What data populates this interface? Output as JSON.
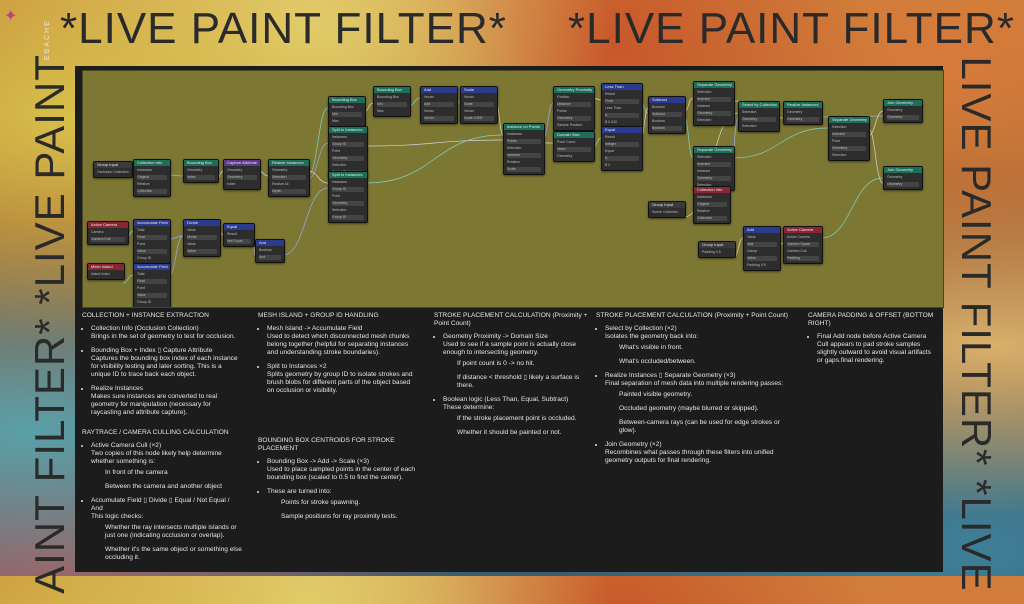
{
  "banners": {
    "top_left": "*LIVE PAINT FILTER*",
    "top_right": "*LIVE PAINT FILTER* *",
    "left_vertical": "AINT FILTER* *LIVE PAINT",
    "right_vertical": "LIVE PAINT FILTER* *LIVE"
  },
  "logo_text": "EBACHE",
  "nodes": [
    {
      "title": "Group Input",
      "cls": "c-grp",
      "rows": [
        "Occlusion Collection"
      ]
    },
    {
      "title": "Collection Info",
      "cls": "c-geo",
      "rows": [
        "Instances",
        "Original",
        "Relative",
        "Collection"
      ]
    },
    {
      "title": "Bounding Box",
      "cls": "c-geo",
      "rows": [
        "Geometry",
        "Index"
      ]
    },
    {
      "title": "Capture Attribute",
      "cls": "c-attr",
      "rows": [
        "Geometry",
        "Geometry",
        "Index"
      ]
    },
    {
      "title": "Realize Instances",
      "cls": "c-geo",
      "rows": [
        "Geometry",
        "Selection",
        "Realize All",
        "Depth"
      ]
    },
    {
      "title": "Bounding Box",
      "cls": "c-geo",
      "rows": [
        "Bounding Box",
        "Min",
        "Max"
      ]
    },
    {
      "title": "Split to Instances",
      "cls": "c-geo",
      "rows": [
        "Instances",
        "Group ID",
        "Point",
        "Geometry",
        "Selection",
        "Group ID"
      ]
    },
    {
      "title": "Split to Instances",
      "cls": "c-geo",
      "rows": [
        "Instances",
        "Group ID",
        "Point",
        "Geometry",
        "Selection",
        "Group ID"
      ]
    },
    {
      "title": "Bounding Box",
      "cls": "c-geo",
      "rows": [
        "Bounding Box",
        "Min",
        "Max"
      ]
    },
    {
      "title": "Add",
      "cls": "c-math",
      "rows": [
        "Vector",
        "Add",
        "Vector",
        "Vector"
      ]
    },
    {
      "title": "Scale",
      "cls": "c-math",
      "rows": [
        "Vector",
        "Scale",
        "Vector",
        "Scale 0.500"
      ]
    },
    {
      "title": "Instance on Points",
      "cls": "c-geo",
      "rows": [
        "Instances",
        "Points",
        "Selection",
        "Instance",
        "Rotation",
        "Scale"
      ]
    },
    {
      "title": "Geometry Proximity",
      "cls": "c-geo",
      "rows": [
        "Position",
        "Distance",
        "Points",
        "Geometry",
        "Sample Position"
      ]
    },
    {
      "title": "Domain Size",
      "cls": "c-geo",
      "rows": [
        "Point Count",
        "Mesh",
        "Geometry"
      ]
    },
    {
      "title": "Less Than",
      "cls": "c-math",
      "rows": [
        "Result",
        "Float",
        "Less Than",
        "A",
        "B 0.010"
      ]
    },
    {
      "title": "Equal",
      "cls": "c-math",
      "rows": [
        "Result",
        "Integer",
        "Equal",
        "A",
        "B 0"
      ]
    },
    {
      "title": "Subtract",
      "cls": "c-math",
      "rows": [
        "Boolean",
        "Subtract",
        "Boolean",
        "Boolean"
      ]
    },
    {
      "title": "Separate Geometry",
      "cls": "c-geo",
      "rows": [
        "Selection",
        "Inverted",
        "Instance",
        "Geometry",
        "Selection"
      ]
    },
    {
      "title": "Separate Geometry",
      "cls": "c-geo",
      "rows": [
        "Selection",
        "Inverted",
        "Instance",
        "Geometry",
        "Selection"
      ]
    },
    {
      "title": "Collection Info",
      "cls": "c-in",
      "rows": [
        "Instances",
        "Original",
        "Relative",
        "Collection"
      ]
    },
    {
      "title": "Group Input",
      "cls": "c-grp",
      "rows": [
        "Scene Collection"
      ]
    },
    {
      "title": "Select by Collection",
      "cls": "c-geo",
      "rows": [
        "Selection",
        "Geometry",
        "Selection"
      ]
    },
    {
      "title": "Realize Instances",
      "cls": "c-geo",
      "rows": [
        "Geometry",
        "Geometry"
      ]
    },
    {
      "title": "Separate Geometry",
      "cls": "c-geo",
      "rows": [
        "Selection",
        "Inverted",
        "Point",
        "Geometry",
        "Selection"
      ]
    },
    {
      "title": "Join Geometry",
      "cls": "c-geo",
      "rows": [
        "Geometry",
        "Geometry"
      ]
    },
    {
      "title": "Join Geometry",
      "cls": "c-geo",
      "rows": [
        "Geometry",
        "Geometry"
      ]
    },
    {
      "title": "Active Camera",
      "cls": "c-in",
      "rows": [
        "Camera",
        "Camera Cull"
      ]
    },
    {
      "title": "Accumulate Field",
      "cls": "c-math",
      "rows": [
        "Total",
        "Float",
        "Point",
        "Value",
        "Group ID"
      ]
    },
    {
      "title": "Divide",
      "cls": "c-math",
      "rows": [
        "Value",
        "Divide",
        "Value",
        "Value"
      ]
    },
    {
      "title": "Equal",
      "cls": "c-math",
      "rows": [
        "Result",
        "Not Equal"
      ]
    },
    {
      "title": "And",
      "cls": "c-math",
      "rows": [
        "Boolean",
        "And"
      ]
    },
    {
      "title": "Mesh Island",
      "cls": "c-in",
      "rows": [
        "Island Index"
      ]
    },
    {
      "title": "Accumulate Field",
      "cls": "c-math",
      "rows": [
        "Total",
        "Float",
        "Point",
        "Value",
        "Group ID"
      ]
    },
    {
      "title": "Add",
      "cls": "c-math",
      "rows": [
        "Value",
        "Add",
        "Clamp",
        "Value",
        "Padding 0.5"
      ]
    },
    {
      "title": "Group Input",
      "cls": "c-grp",
      "rows": [
        "Padding 0.5"
      ]
    },
    {
      "title": "Active Camera",
      "cls": "c-in",
      "rows": [
        "Active Camera",
        "Camera Space",
        "Camera Cull",
        "Padding"
      ]
    }
  ],
  "sections": {
    "collection": {
      "heading": "COLLECTION + INSTANCE EXTRACTION",
      "items": [
        {
          "title": "Collection Info (Occlusion Collection)",
          "body": "Brings in the set of geometry to test for occlusion."
        },
        {
          "title": "Bounding Box + Index ▯ Capture Attribute",
          "body": "Captures the bounding box index of each instance for visibility testing and later sorting. This is a unique ID to trace back each object."
        },
        {
          "title": "Realize Instances",
          "body": "Makes sure instances are converted to real geometry for manipulation (necessary for raycasting and attribute capture)."
        }
      ]
    },
    "raytrace": {
      "heading": "RAYTRACE / CAMERA CULLING CALCULATION",
      "item1_title": "Active Camera Cull (×2)",
      "item1_body": "Two copies of this node likely help determine whether something is:",
      "item1_sub1": "In front of the camera",
      "item1_sub2": "Between the camera and another object",
      "item2_title": "Accumulate Field ▯ Divide ▯ Equal / Not Equal / And",
      "item2_body": "This logic checks:",
      "item2_sub1": "Whether the ray intersects multiple islands or just one (indicating occlusion or overlap).",
      "item2_sub2": "Whether it's the same object or something else occluding it."
    },
    "mesh": {
      "heading": "MESH ISLAND + GROUP ID HANDLING",
      "item1_title": "Mesh Island -> Accumulate Field",
      "item1_body": "Used to detect which disconnected mesh chunks belong together (helpful for separating instances and understanding stroke boundaries).",
      "item2_title": "Split to Instances ×2",
      "item2_body": "Splits geometry by group ID to isolate strokes and brush blobs for different parts of the object based on occlusion or visibility."
    },
    "bbox": {
      "heading": "BOUNDING BOX CENTROIDS FOR STROKE PLACEMENT",
      "item1_title": "Bounding Box -> Add -> Scale (×3)",
      "item1_body": "Used to place sampled points in the center of each bounding box (scaled to 0.5 to find the center).",
      "item2_title": "These are turned into:",
      "item2_sub1": "Points for stroke spawning.",
      "item2_sub2": "Sample positions for ray proximity tests."
    },
    "stroke_a": {
      "heading": "STROKE PLACEMENT CALCULATION (Proximity + Point Count)",
      "item1_title": "Geometry Proximity -> Domain Size",
      "item1_body": "Used to see if a sample point is actually close enough to intersecting geometry.",
      "item1_sub1": "If point count is 0 -> no hit.",
      "item1_sub2": "If distance < threshold ▯ likely a surface is there.",
      "item2_title": "Boolean logic (Less Than, Equal, Subtract)",
      "item2_body": "These determine:",
      "item2_sub1": "If the stroke placement point is occluded.",
      "item2_sub2": "Whether it should be painted or not."
    },
    "stroke_b": {
      "heading": "STROKE PLACEMENT CALCULATION (Proximity + Point Count)",
      "item1_title": "Select by Collection (×2)",
      "item1_body": "Isolates the geometry back into:",
      "item1_sub1": "What's visible in front.",
      "item1_sub2": "What's occluded/between.",
      "item2_title": "Realize Instances ▯ Separate Geometry (×3)",
      "item2_body": "Final separation of mesh data into multiple rendering passes:",
      "item2_sub1": "Painted visible geometry.",
      "item2_sub2": "Occluded geometry (maybe blurred or skipped).",
      "item2_sub3": "Between-camera rays (can be used for edge strokes or glow).",
      "item3_title": "Join Geometry (×2)",
      "item3_body": "Recombines what passes through these filters into unified geometry outputs for final rendering."
    },
    "camera": {
      "heading": "CAMERA PADDING & OFFSET (BOTTOM RIGHT)",
      "item1_title": "Final Add node before Active Camera Cull appears to pad stroke samples slightly outward to avoid visual artifacts or gaps.final rendering."
    }
  }
}
